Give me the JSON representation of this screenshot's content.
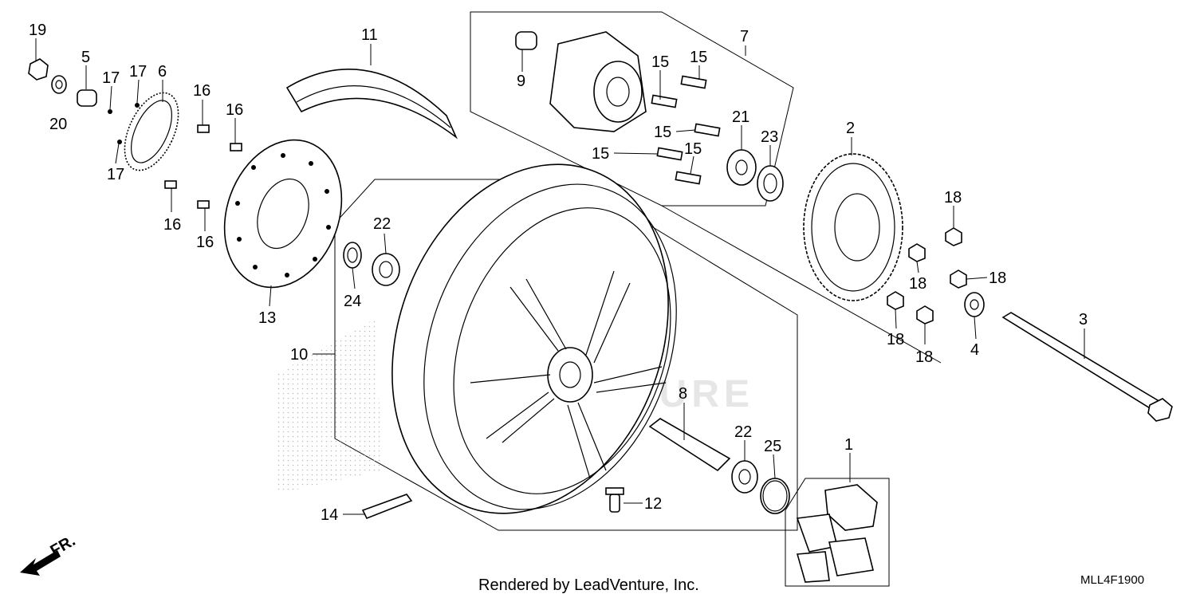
{
  "watermark": "LEADVENTURE",
  "credit": "Rendered by LeadVenture, Inc.",
  "diagram_code": "MLL4F1900",
  "front_indicator": "FR.",
  "callouts": {
    "c1": "1",
    "c2": "2",
    "c3": "3",
    "c4": "4",
    "c5": "5",
    "c6": "6",
    "c7": "7",
    "c8": "8",
    "c9": "9",
    "c10": "10",
    "c11": "11",
    "c12": "12",
    "c13": "13",
    "c14": "14",
    "c15a": "15",
    "c15b": "15",
    "c15c": "15",
    "c15d": "15",
    "c15e": "15",
    "c16a": "16",
    "c16b": "16",
    "c16c": "16",
    "c16d": "16",
    "c17a": "17",
    "c17b": "17",
    "c17c": "17",
    "c18a": "18",
    "c18b": "18",
    "c18c": "18",
    "c18d": "18",
    "c18e": "18",
    "c19": "19",
    "c20": "20",
    "c21": "21",
    "c22a": "22",
    "c22b": "22",
    "c23": "23",
    "c24": "24",
    "c25": "25"
  }
}
